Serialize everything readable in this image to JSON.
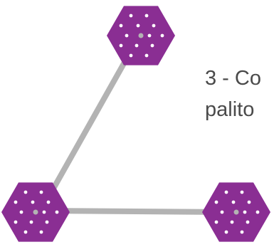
{
  "caption": {
    "line1": "3 - Co",
    "line2": "palito"
  },
  "colors": {
    "hexagon": "#8a2e93",
    "hole": "#ffffff",
    "stick": "#b3b3b3"
  },
  "nodes": [
    {
      "name": "hexagon-top"
    },
    {
      "name": "hexagon-bottom-left"
    },
    {
      "name": "hexagon-bottom-right"
    }
  ],
  "sticks": [
    {
      "name": "stick-top-to-bottom-left"
    },
    {
      "name": "stick-bottom-left-to-bottom-right"
    }
  ]
}
